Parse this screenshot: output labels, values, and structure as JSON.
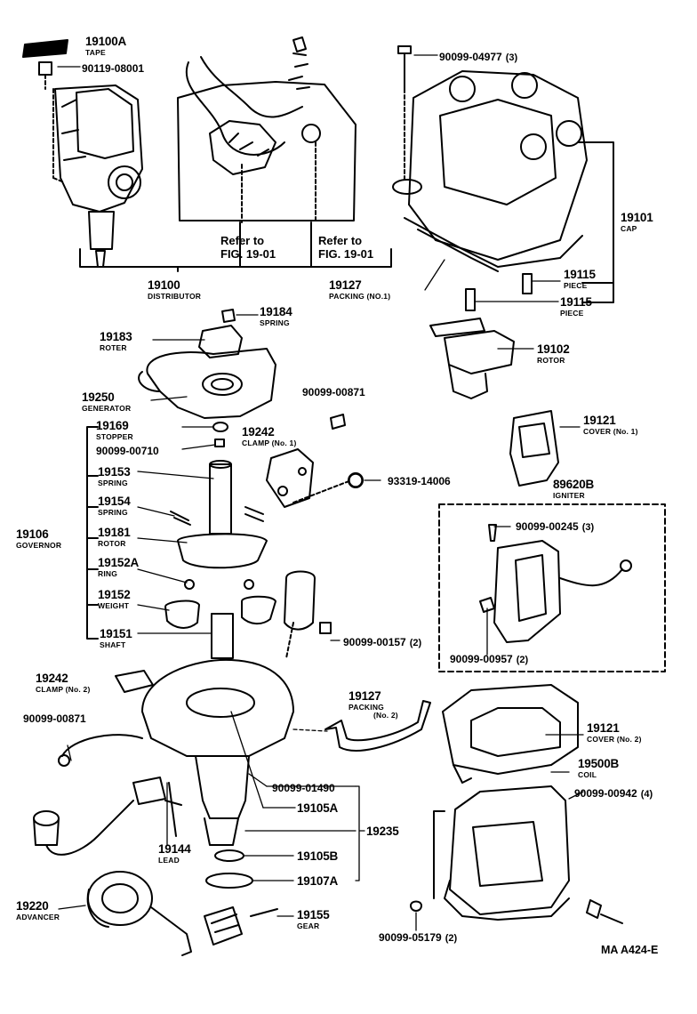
{
  "parts": {
    "tape": {
      "num": "19100A",
      "name": "TAPE"
    },
    "bolt1": {
      "num": "90119-08001"
    },
    "screw3": {
      "num": "90099-04977",
      "qty": "(3)"
    },
    "cap": {
      "num": "19101",
      "name": "CAP"
    },
    "piece1": {
      "num": "19115",
      "name": "PIECE"
    },
    "piece2": {
      "num": "19115",
      "name": "PIECE"
    },
    "packing1": {
      "num": "19127",
      "name": "PACKING (NO.1)"
    },
    "distributor": {
      "num": "19100",
      "name": "DISTRIBUTOR"
    },
    "spring1": {
      "num": "19184",
      "name": "SPRING"
    },
    "roter": {
      "num": "19183",
      "name": "ROTER"
    },
    "rotor": {
      "num": "19102",
      "name": "ROTOR"
    },
    "generator": {
      "num": "19250",
      "name": "GENERATOR"
    },
    "bolt871a": {
      "num": "90099-00871"
    },
    "stopper": {
      "num": "19169",
      "name": "STOPPER"
    },
    "clip710": {
      "num": "90099-00710"
    },
    "clamp1": {
      "num": "19242",
      "name": "CLAMP (No. 1)"
    },
    "cover1": {
      "num": "19121",
      "name": "COVER (No. 1)"
    },
    "spring153": {
      "num": "19153",
      "name": "SPRING"
    },
    "ring006": {
      "num": "93319-14006"
    },
    "igniter": {
      "num": "89620B",
      "name": "IGNITER"
    },
    "spring154": {
      "num": "19154",
      "name": "SPRING"
    },
    "governor": {
      "num": "19106",
      "name": "GOVERNOR"
    },
    "rotor181": {
      "num": "19181",
      "name": "ROTOR"
    },
    "screw245": {
      "num": "90099-00245",
      "qty": "(3)"
    },
    "ring152a": {
      "num": "19152A",
      "name": "RING"
    },
    "weight": {
      "num": "19152",
      "name": "WEIGHT"
    },
    "shaft": {
      "num": "19151",
      "name": "SHAFT"
    },
    "screw157": {
      "num": "90099-00157",
      "qty": "(2)"
    },
    "screw957": {
      "num": "90099-00957",
      "qty": "(2)"
    },
    "clamp2": {
      "num": "19242",
      "name": "CLAMP (No. 2)"
    },
    "packing2": {
      "num": "19127",
      "name": "PACKING",
      "sub": "(No. 2)"
    },
    "bolt871b": {
      "num": "90099-00871"
    },
    "cover2": {
      "num": "19121",
      "name": "COVER (No. 2)"
    },
    "coil": {
      "num": "19500B",
      "name": "COIL"
    },
    "bolt1490": {
      "num": "90099-01490"
    },
    "bolt942": {
      "num": "90099-00942",
      "qty": "(4)"
    },
    "part105a": {
      "num": "19105A"
    },
    "part235": {
      "num": "19235"
    },
    "lead": {
      "num": "19144",
      "name": "LEAD"
    },
    "part105b": {
      "num": "19105B"
    },
    "part107a": {
      "num": "19107A"
    },
    "advancer": {
      "num": "19220",
      "name": "ADVANCER"
    },
    "gear": {
      "num": "19155",
      "name": "GEAR"
    },
    "nut179": {
      "num": "90099-05179",
      "qty": "(2)"
    }
  },
  "refs": {
    "ref1": {
      "line1": "Refer to",
      "line2": "FIG. 19-01"
    },
    "ref2": {
      "line1": "Refer to",
      "line2": "FIG. 19-01"
    }
  },
  "diagram_code": "MA A424-E"
}
